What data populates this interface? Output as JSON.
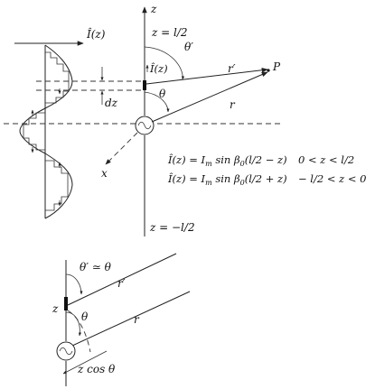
{
  "top": {
    "labels": {
      "z_axis": "z",
      "z_top": "z = l/2",
      "z_bottom": "z = −l/2",
      "I_hat_left": "Î(z)",
      "I_hat_center": "Î(z)",
      "theta_prime": "θ′",
      "theta": "θ",
      "r_prime": "r′",
      "r": "r",
      "P": "P",
      "dz": "dz",
      "x": "x"
    },
    "equations": [
      {
        "lhs": "Î(z) = I",
        "sub": "m",
        "rhs": " sin β",
        "sub2": "0",
        "tail": "(l/2 − z)",
        "range": "0 < z < l/2"
      },
      {
        "lhs": "Î(z) = I",
        "sub": "m",
        "rhs": " sin β",
        "sub2": "0",
        "tail": "(l/2 + z)",
        "range": "− l/2 < z < 0"
      }
    ]
  },
  "bottom": {
    "labels": {
      "theta_prime_approx": "θ′ ≃ θ",
      "r_prime": "r′",
      "r": "r",
      "z": "z",
      "theta": "θ",
      "z_cos_theta": "z cos θ"
    }
  }
}
